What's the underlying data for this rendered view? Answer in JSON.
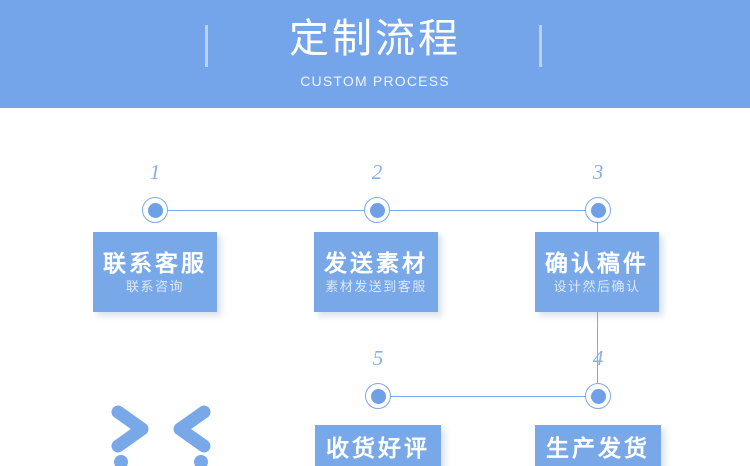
{
  "header": {
    "title": "定制流程",
    "subtitle": "CUSTOM PROCESS",
    "background_color": "#74a5ea",
    "title_color": "#ffffff",
    "rule_color": "#b9d1f4"
  },
  "theme": {
    "accent": "#79a8e8",
    "line": "#7fa9e8",
    "number_color": "#86aeea",
    "card_subtitle_color": "#dbe8fb",
    "page_background": "#ffffff"
  },
  "flow": {
    "steps": [
      {
        "number": "1",
        "title": "联系客服",
        "subtitle": "联系咨询"
      },
      {
        "number": "2",
        "title": "发送素材",
        "subtitle": "素材发送到客服"
      },
      {
        "number": "3",
        "title": "确认稿件",
        "subtitle": "设计然后确认"
      },
      {
        "number": "4",
        "title": "生产发货",
        "subtitle": ""
      },
      {
        "number": "5",
        "title": "收货好评",
        "subtitle": ""
      }
    ]
  },
  "decoration": {
    "name": "double-chevron-ornament",
    "color": "#79a8e8"
  }
}
